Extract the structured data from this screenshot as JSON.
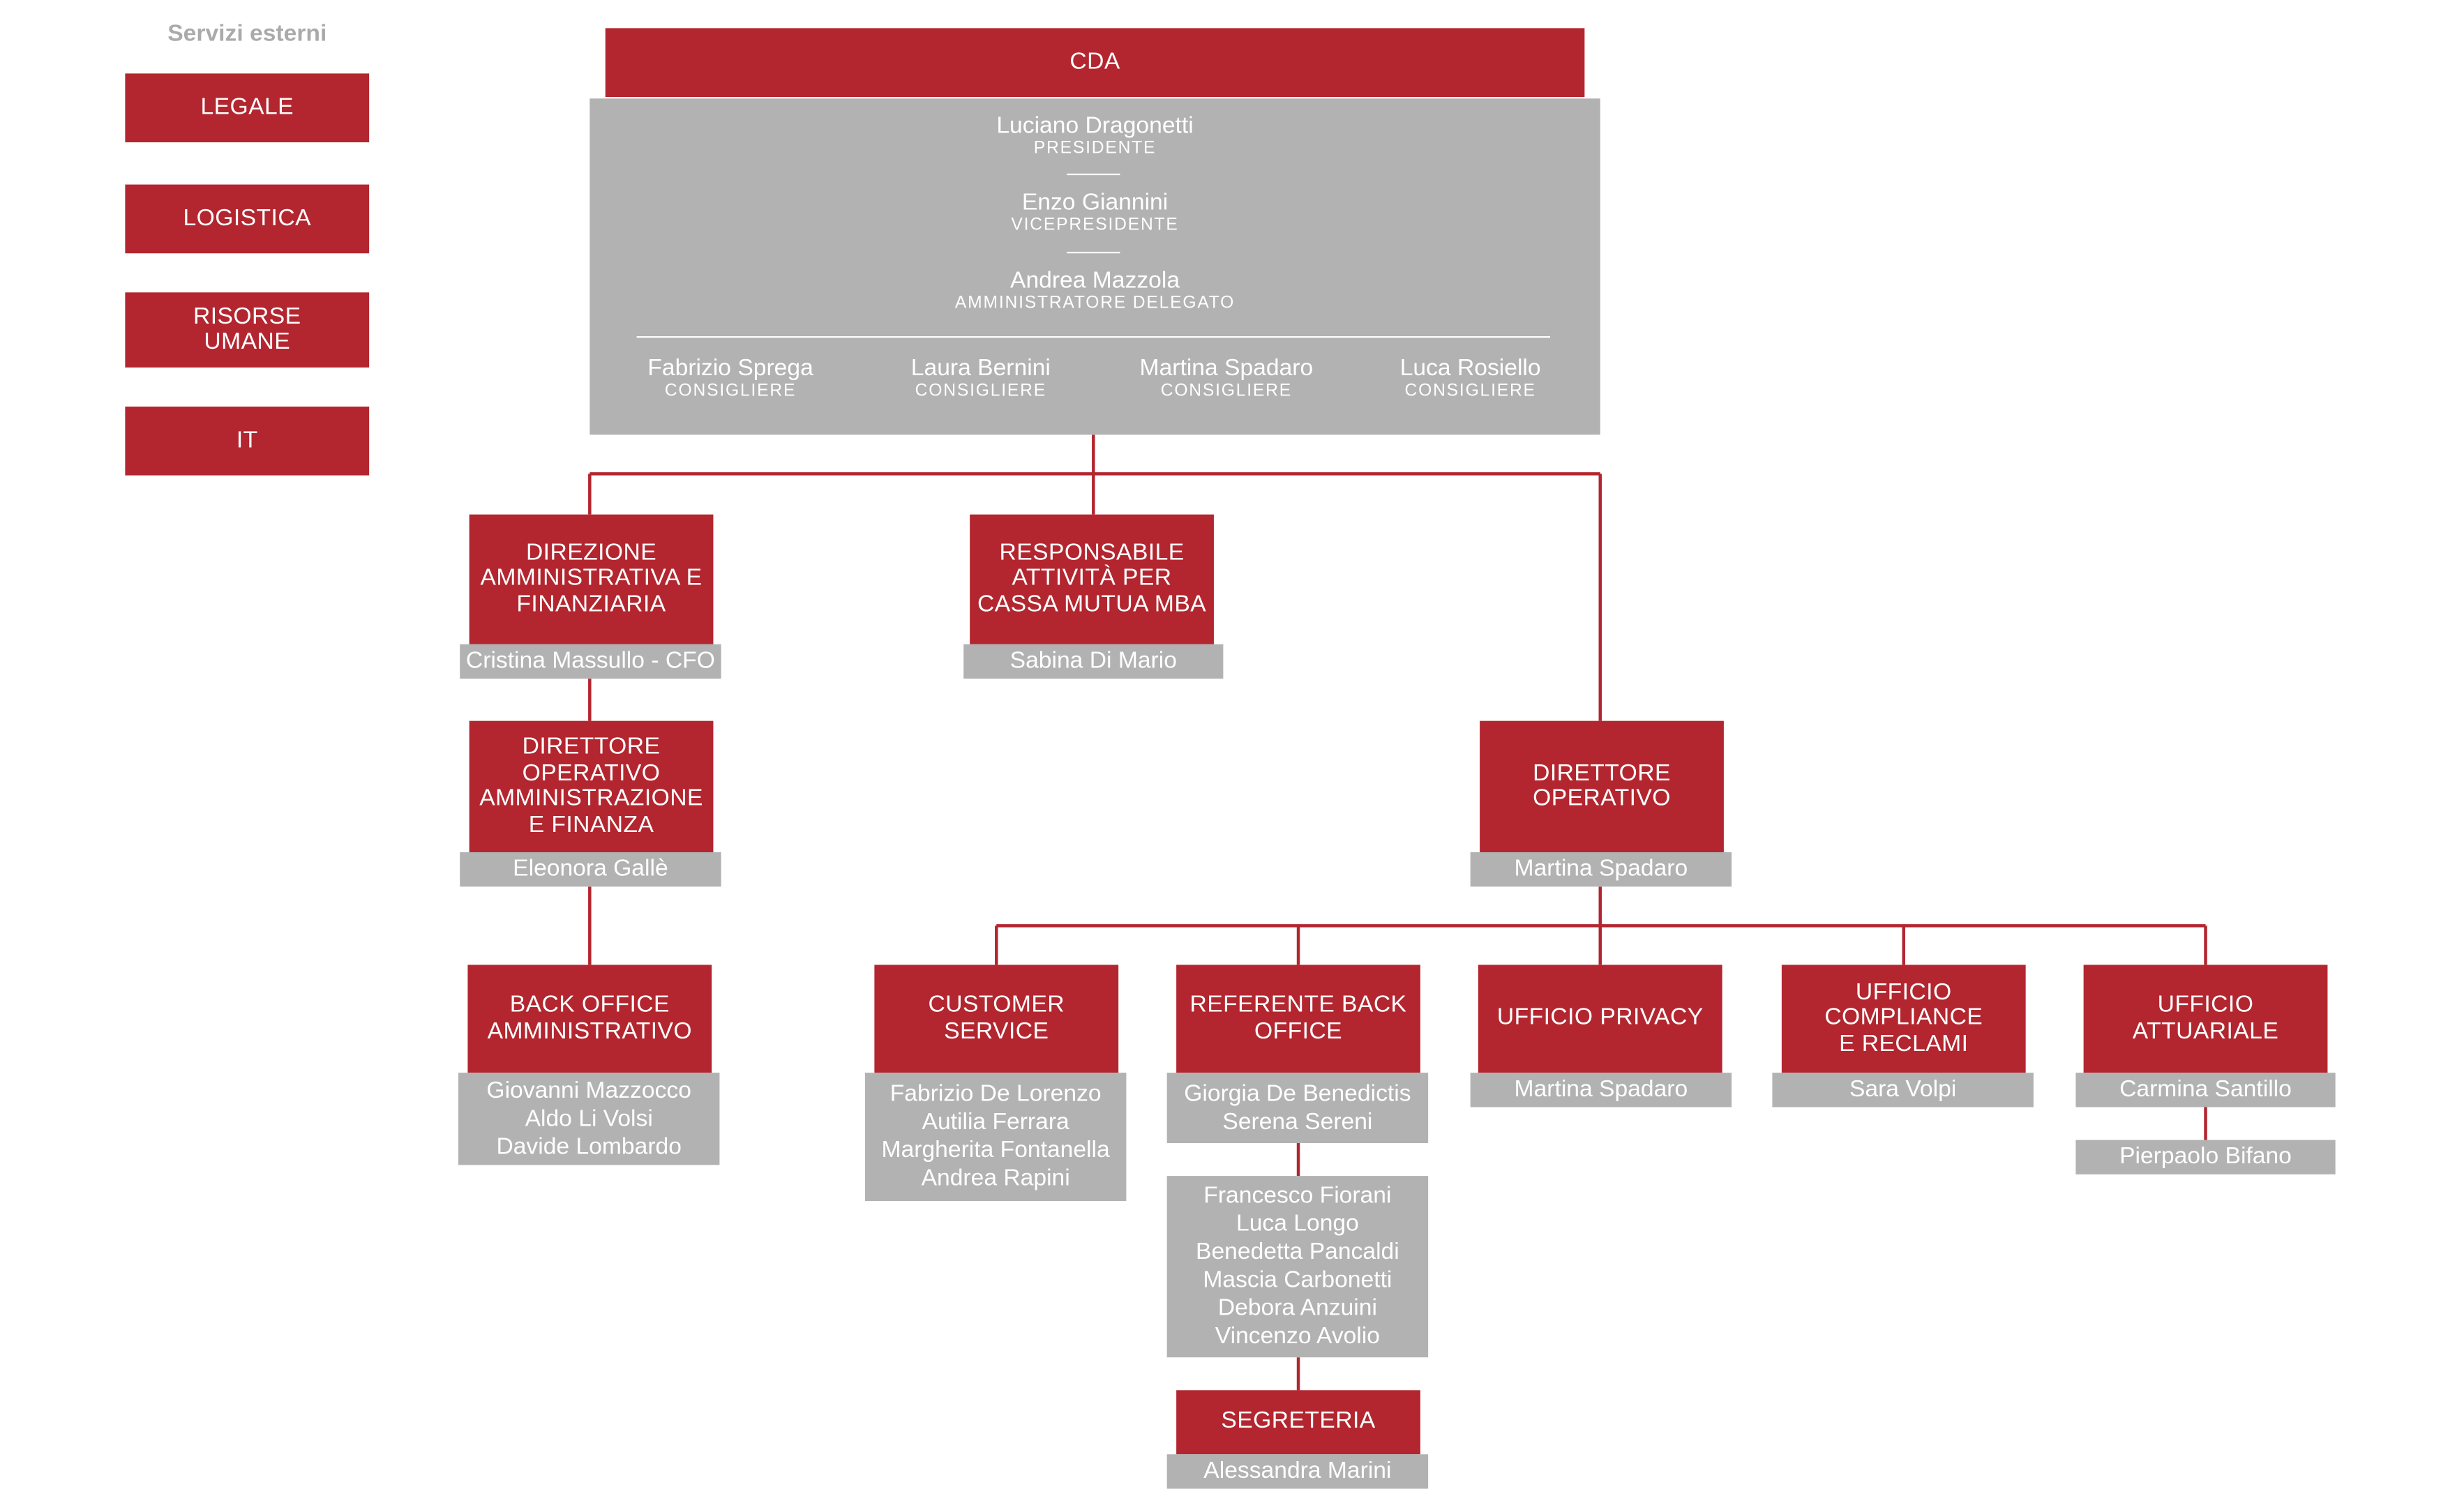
{
  "side": {
    "title": "Servizi esterni",
    "items": [
      "LEGALE",
      "LOGISTICA",
      "RISORSE UMANE",
      "IT"
    ]
  },
  "cda": {
    "title": "CDA",
    "members": [
      {
        "name": "Luciano Dragonetti",
        "role": "PRESIDENTE"
      },
      {
        "name": "Enzo Giannini",
        "role": "VICEPRESIDENTE"
      },
      {
        "name": "Andrea Mazzola",
        "role": "AMMINISTRATORE DELEGATO"
      }
    ],
    "consiglieri": [
      {
        "name": "Fabrizio Sprega",
        "role": "CONSIGLIERE"
      },
      {
        "name": "Laura Bernini",
        "role": "CONSIGLIERE"
      },
      {
        "name": "Martina Spadaro",
        "role": "CONSIGLIERE"
      },
      {
        "name": "Luca Rosiello",
        "role": "CONSIGLIERE"
      }
    ]
  },
  "units": {
    "dir_amm": {
      "title": "DIREZIONE AMMINISTRATIVA E FINANZIARIA",
      "people": [
        "Cristina Massullo - CFO"
      ]
    },
    "resp_mba": {
      "title": "RESPONSABILE ATTIVITÀ PER CASSA MUTUA MBA",
      "people": [
        "Sabina Di Mario"
      ]
    },
    "dir_op_amm": {
      "title": "DIRETTORE OPERATIVO AMMINISTRAZIONE E FINANZA",
      "people": [
        "Eleonora Gallè"
      ]
    },
    "back_office_amm": {
      "title": "BACK OFFICE AMMINISTRATIVO",
      "people": [
        "Giovanni Mazzocco",
        "Aldo Li Volsi",
        "Davide Lombardo"
      ]
    },
    "dir_op": {
      "title": "DIRETTORE OPERATIVO",
      "people": [
        "Martina Spadaro"
      ]
    },
    "customer": {
      "title": "CUSTOMER SERVICE",
      "people": [
        "Fabrizio De Lorenzo",
        "Autilia Ferrara",
        "Margherita Fontanella",
        "Andrea Rapini"
      ]
    },
    "ref_bo": {
      "title": "REFERENTE BACK OFFICE",
      "people": [
        "Giorgia De Benedictis",
        "Serena Sereni"
      ]
    },
    "ref_bo_team": {
      "people": [
        "Francesco Fiorani",
        "Luca Longo",
        "Benedetta Pancaldi",
        "Mascia Carbonetti",
        "Debora Anzuini",
        "Vincenzo Avolio"
      ]
    },
    "segreteria": {
      "title": "SEGRETERIA",
      "people": [
        "Alessandra Marini"
      ]
    },
    "privacy": {
      "title": "UFFICIO PRIVACY",
      "people": [
        "Martina Spadaro"
      ]
    },
    "compliance": {
      "title": "UFFICIO COMPLIANCE E RECLAMI",
      "people": [
        "Sara Volpi"
      ]
    },
    "attuariale": {
      "title": "UFFICIO ATTUARIALE",
      "people": [
        "Carmina Santillo",
        "Pierpaolo Bifano"
      ]
    }
  },
  "colors": {
    "red": "#b3262f",
    "gray": "#b2b2b2",
    "text": "#ffffff",
    "side_title": "#aaaaaa"
  }
}
